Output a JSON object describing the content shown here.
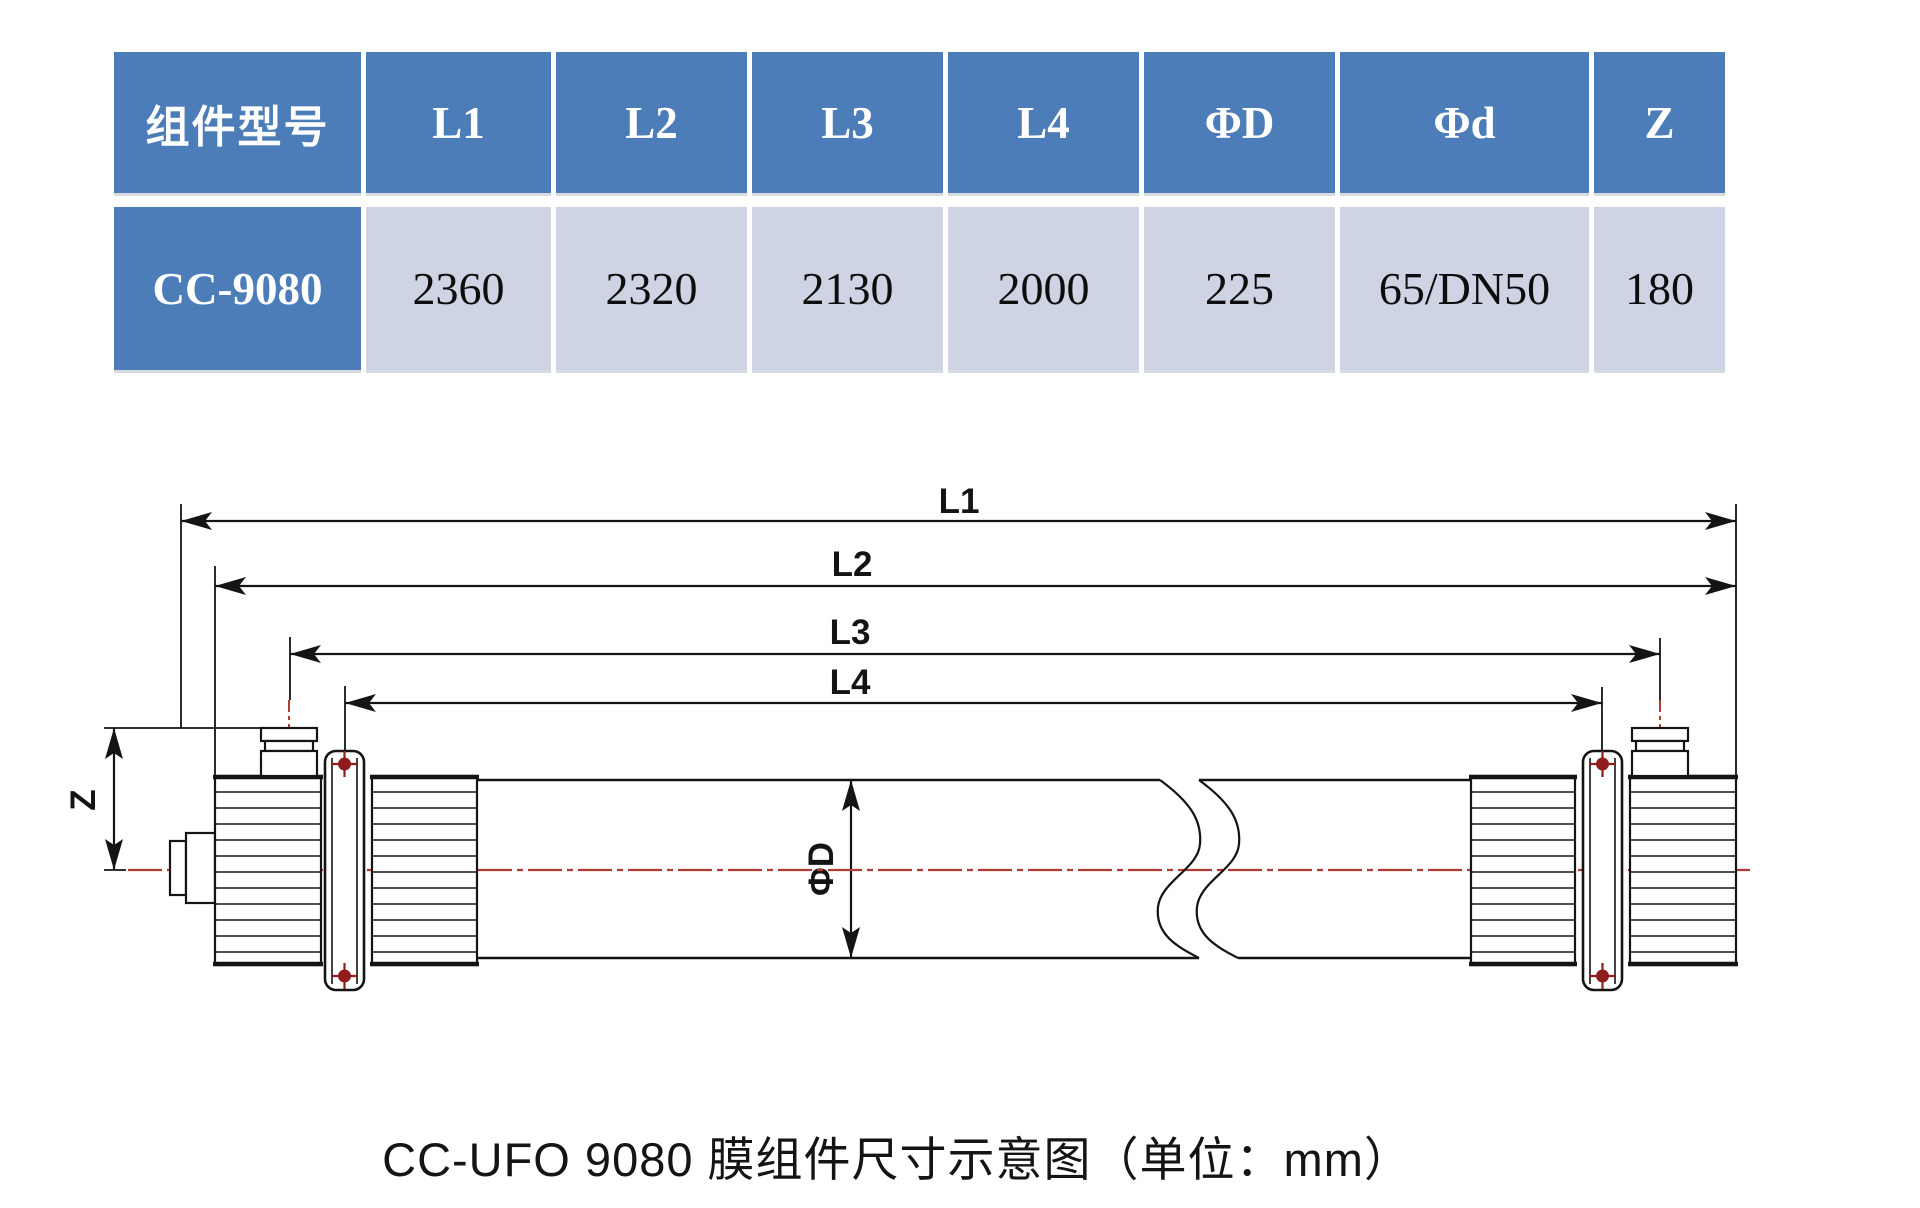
{
  "table": {
    "columns": [
      "组件型号",
      "L1",
      "L2",
      "L3",
      "L4",
      "ΦD",
      "Φd",
      "Z"
    ],
    "row": {
      "model": "CC-9080",
      "values": [
        "2360",
        "2320",
        "2130",
        "2000",
        "225",
        "65/DN50",
        "180"
      ]
    }
  },
  "diagram": {
    "dim_labels": {
      "L1": "L1",
      "L2": "L2",
      "L3": "L3",
      "L4": "L4",
      "Z": "Z",
      "PhiD": "ΦD"
    },
    "caption": "CC-UFO 9080 膜组件尺寸示意图（单位：mm）"
  },
  "colors": {
    "header_bg": "#4d7db9",
    "row_bg": "#cfd4e4",
    "header_text": "#ffffff",
    "cell_text": "#0d0d0d",
    "line": "#141414",
    "centerline_red": "#b23b33",
    "bolt_red": "#8f1d1d"
  }
}
